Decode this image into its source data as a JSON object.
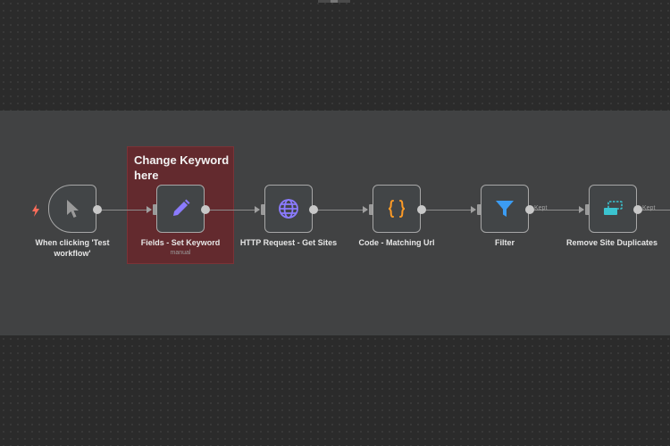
{
  "sticky_note": {
    "text": "Change Keyword here"
  },
  "nodes": [
    {
      "label": "When clicking 'Test workflow'",
      "icon": "cursor-icon"
    },
    {
      "label": "Fields - Set Keyword",
      "sublabel": "manual",
      "icon": "pencil-icon"
    },
    {
      "label": "HTTP Request - Get Sites",
      "icon": "globe-icon"
    },
    {
      "label": "Code - Matching Url",
      "icon": "braces-icon"
    },
    {
      "label": "Filter",
      "icon": "filter-icon"
    },
    {
      "label": "Remove Site Duplicates",
      "icon": "dedupe-icon"
    }
  ],
  "connection_labels": {
    "kept": "Kept"
  },
  "colors": {
    "canvas": "#2b2b2b",
    "band": "#414243",
    "sticky": "#632a2e",
    "trigger_bolt": "#ff6d5a",
    "pencil": "#8b7bff",
    "globe": "#8b7bff",
    "braces": "#ff9b26",
    "filter": "#3b9cf2",
    "dedupe": "#3bc4d0"
  }
}
